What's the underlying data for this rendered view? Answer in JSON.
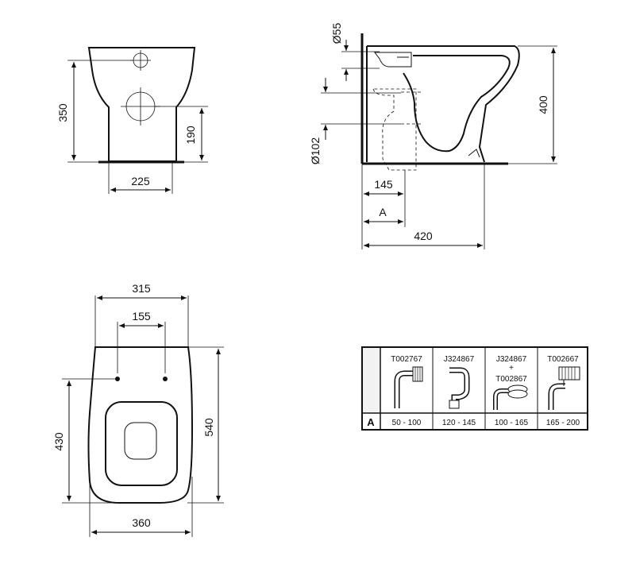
{
  "front_view": {
    "height_350": "350",
    "height_190": "190",
    "width_225": "225"
  },
  "side_view": {
    "dia_55": "Ø55",
    "dia_102": "Ø102",
    "height_400": "400",
    "dim_145": "145",
    "dim_a": "A",
    "dim_420": "420"
  },
  "top_view": {
    "width_315": "315",
    "width_155": "155",
    "height_430": "430",
    "height_540": "540",
    "width_360": "360"
  },
  "connector_table": {
    "row_label": "A",
    "columns": [
      {
        "code": "T002767",
        "code2": "",
        "range": "50 - 100"
      },
      {
        "code": "J324867",
        "code2": "",
        "range": "120 - 145"
      },
      {
        "code": "J324867",
        "plus": "+",
        "code2": "T002867",
        "range": "100 - 165"
      },
      {
        "code": "T002667",
        "code2": "",
        "range": "165 - 200"
      }
    ]
  }
}
